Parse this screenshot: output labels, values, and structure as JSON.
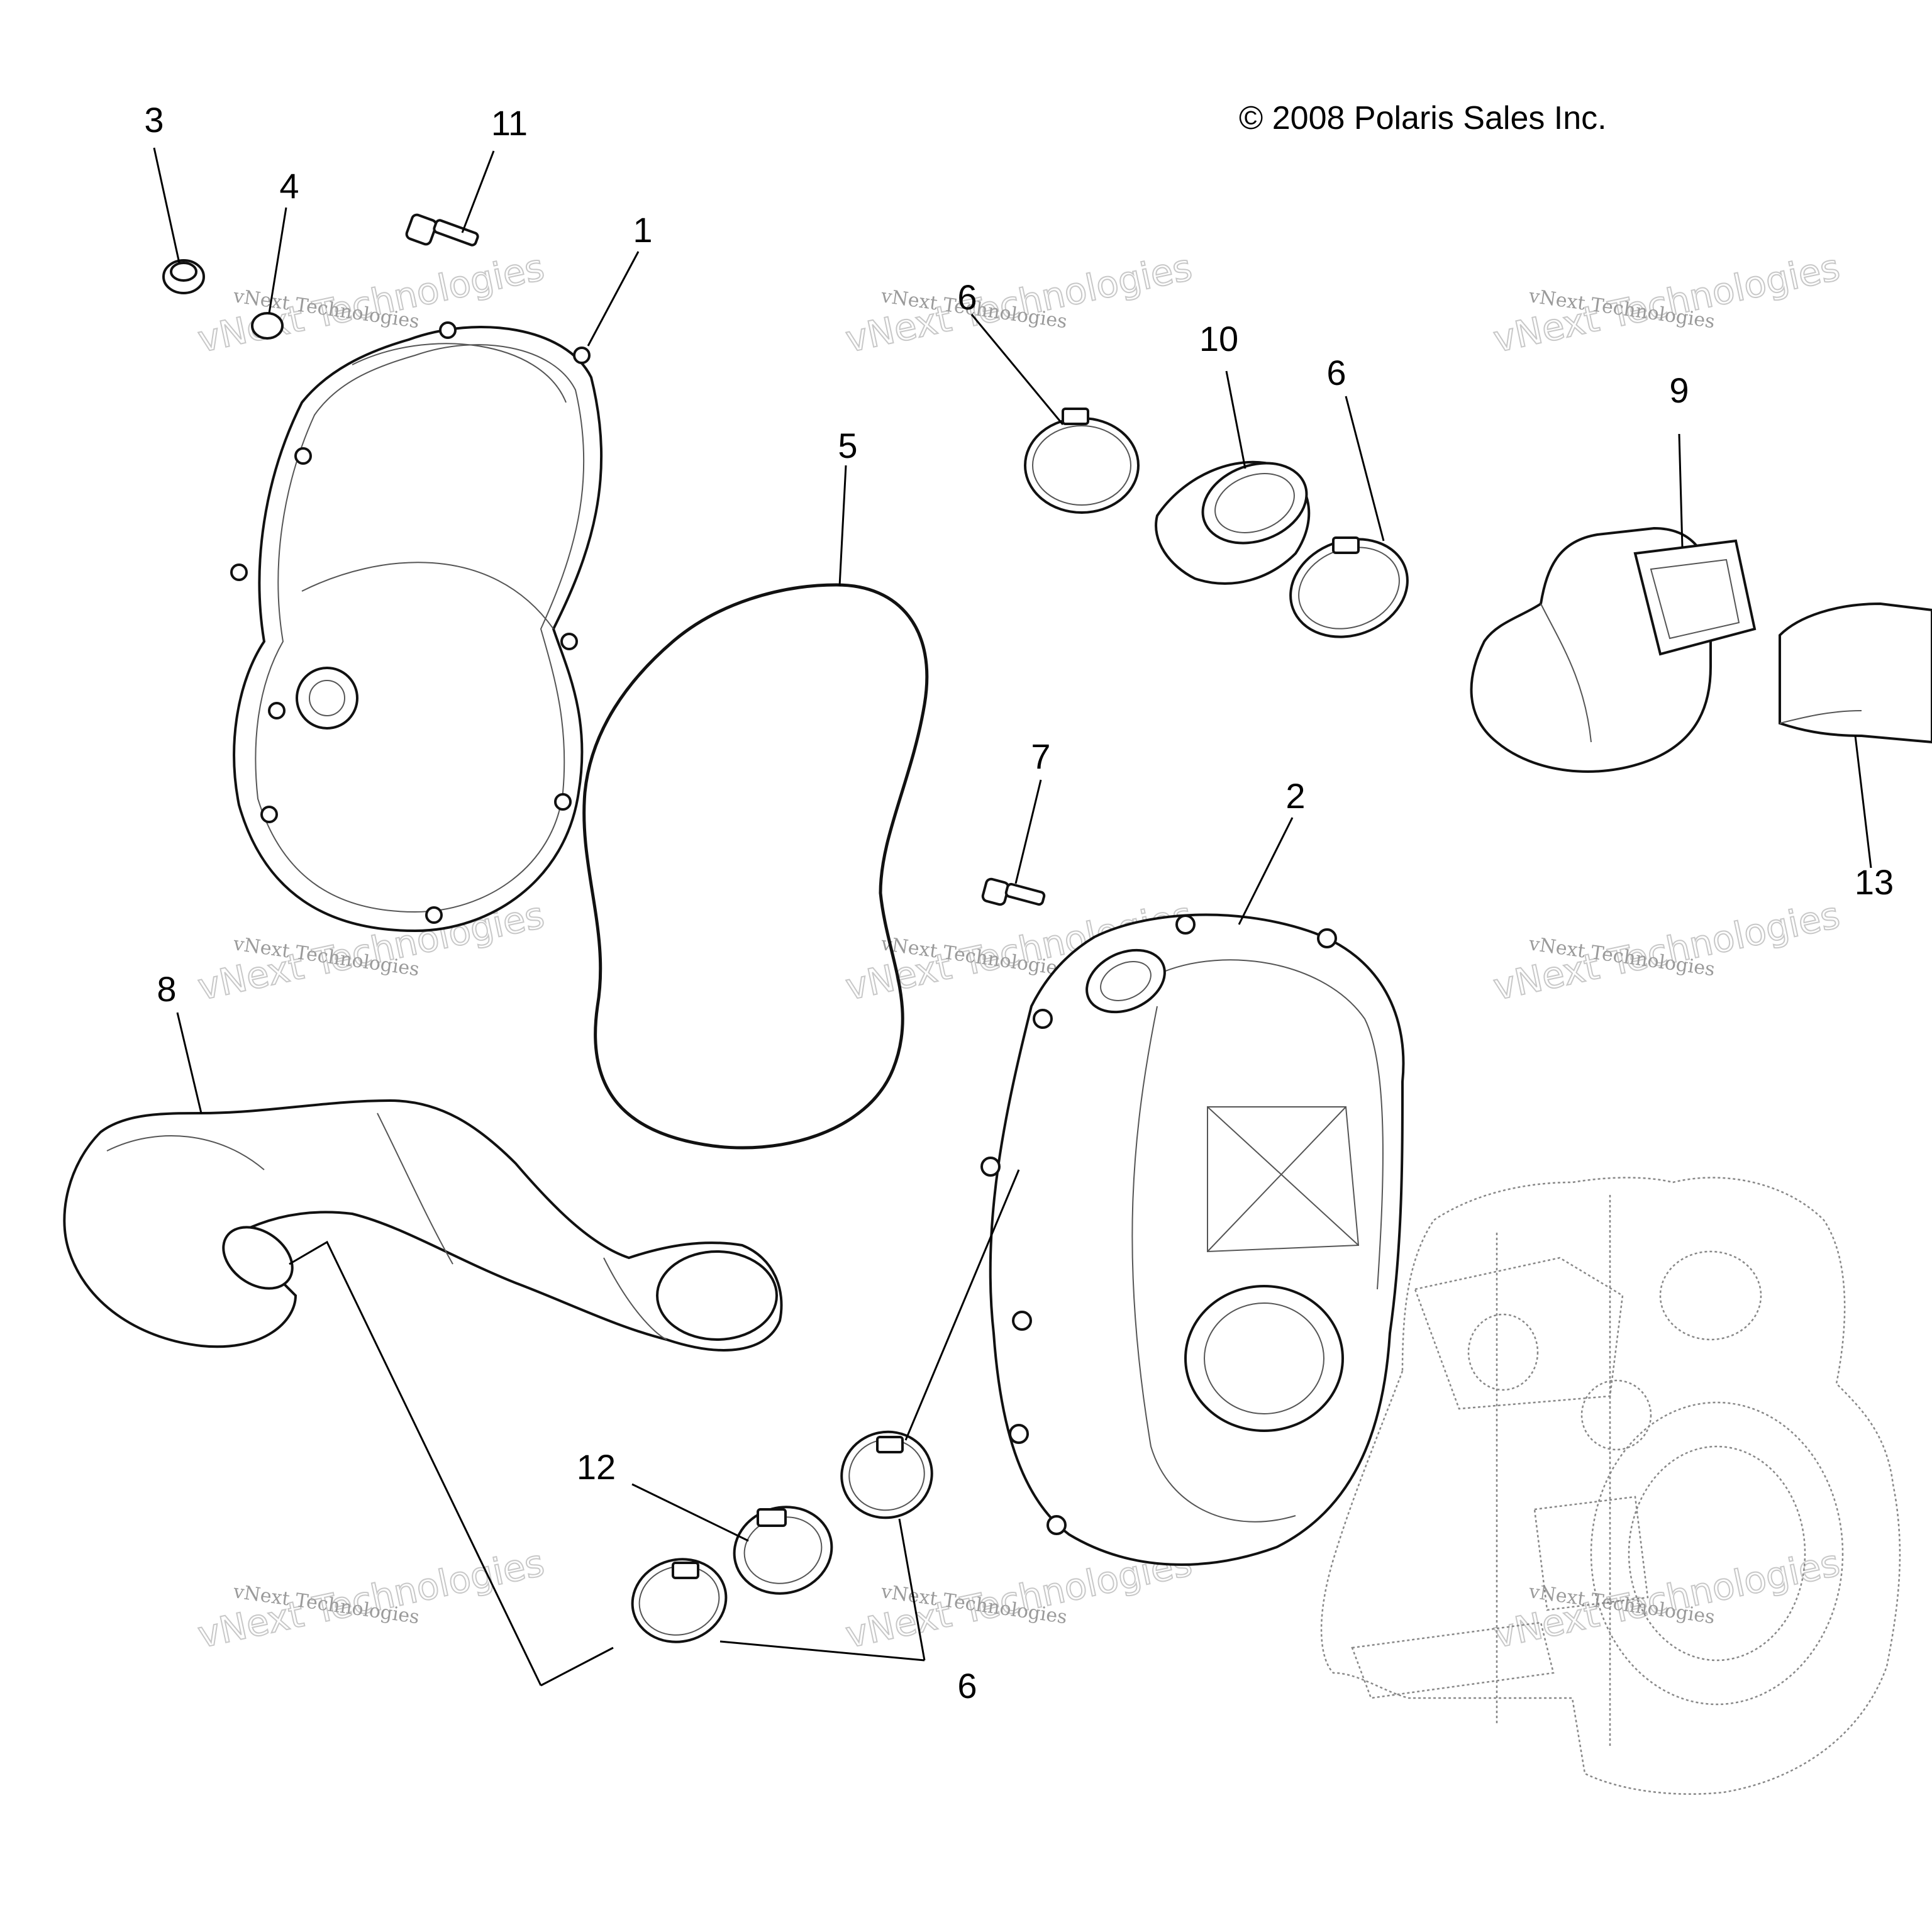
{
  "copyright": "© 2008 Polaris Sales Inc.",
  "watermark": {
    "line1": "vNext Technologies",
    "line2": "vNext Technologies"
  },
  "callouts": {
    "c1": "1",
    "c2": "2",
    "c3": "3",
    "c4": "4",
    "c5": "5",
    "c6a": "6",
    "c6b": "6",
    "c6c": "6",
    "c7": "7",
    "c8": "8",
    "c9": "9",
    "c10": "10",
    "c11": "11",
    "c12": "12",
    "c13": "13"
  }
}
